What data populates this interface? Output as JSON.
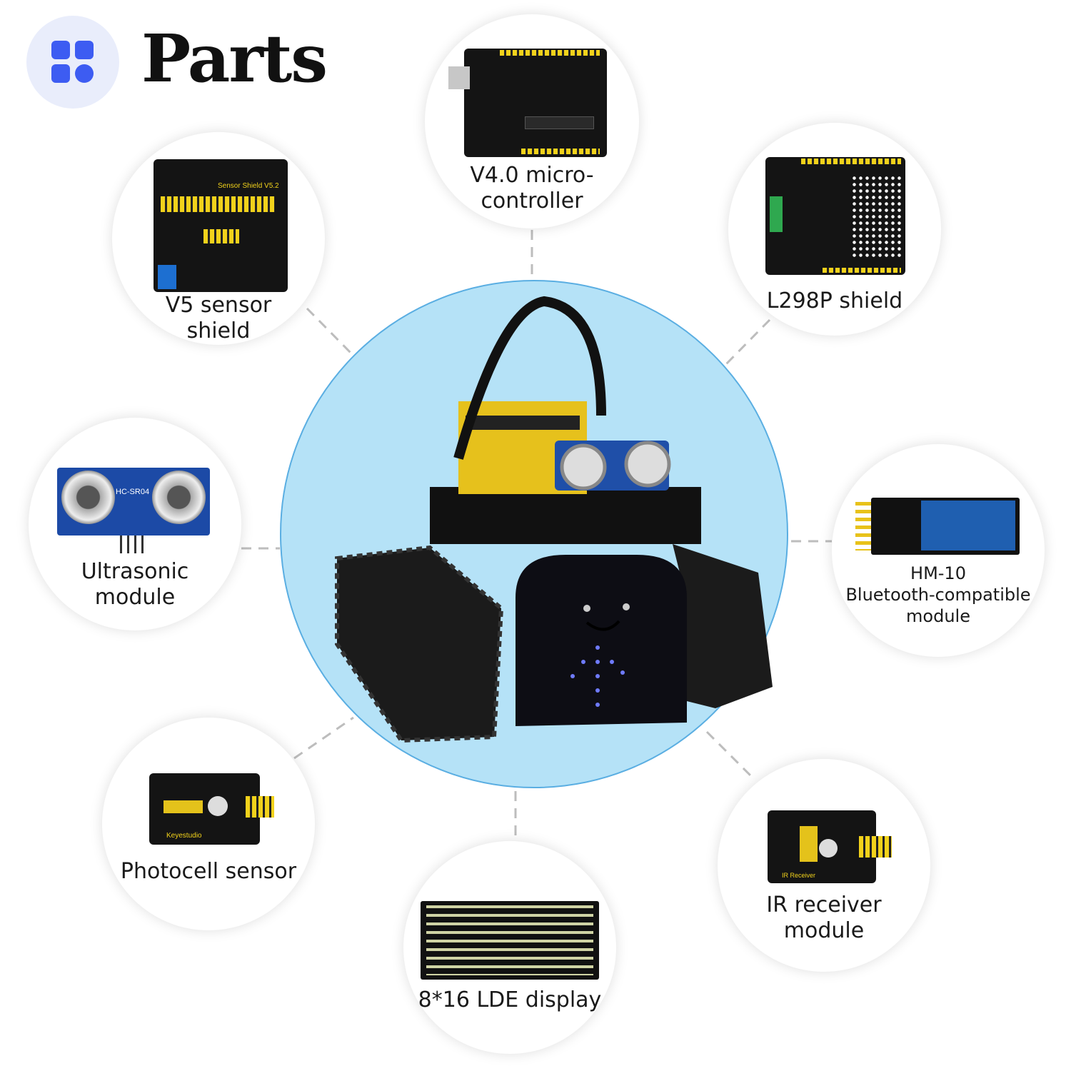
{
  "header": {
    "title": "Parts",
    "icon": "grid-icon",
    "accent": "#3d5cf2",
    "icon_bg": "#e9edfb"
  },
  "center": {
    "subject": "tank-robot",
    "bg": "#b5e2f7",
    "border": "#5aaee2"
  },
  "parts": [
    {
      "id": "v4",
      "label": "V4.0 micro-\ncontroller"
    },
    {
      "id": "v5",
      "label": "V5 sensor\nshield",
      "board_text": "Sensor Shield V5.2"
    },
    {
      "id": "l298p",
      "label": "L298P shield"
    },
    {
      "id": "ultrasonic",
      "label": "Ultrasonic\nmodule",
      "board_text": "HC-SR04"
    },
    {
      "id": "hm10",
      "label": "HM-10\nBluetooth-compatible\nmodule"
    },
    {
      "id": "photocell",
      "label": "Photocell sensor",
      "board_text": "Keyestudio"
    },
    {
      "id": "display",
      "label": "8*16 LDE display"
    },
    {
      "id": "ir",
      "label": "IR receiver\nmodule",
      "board_text": "IR Receiver"
    }
  ]
}
